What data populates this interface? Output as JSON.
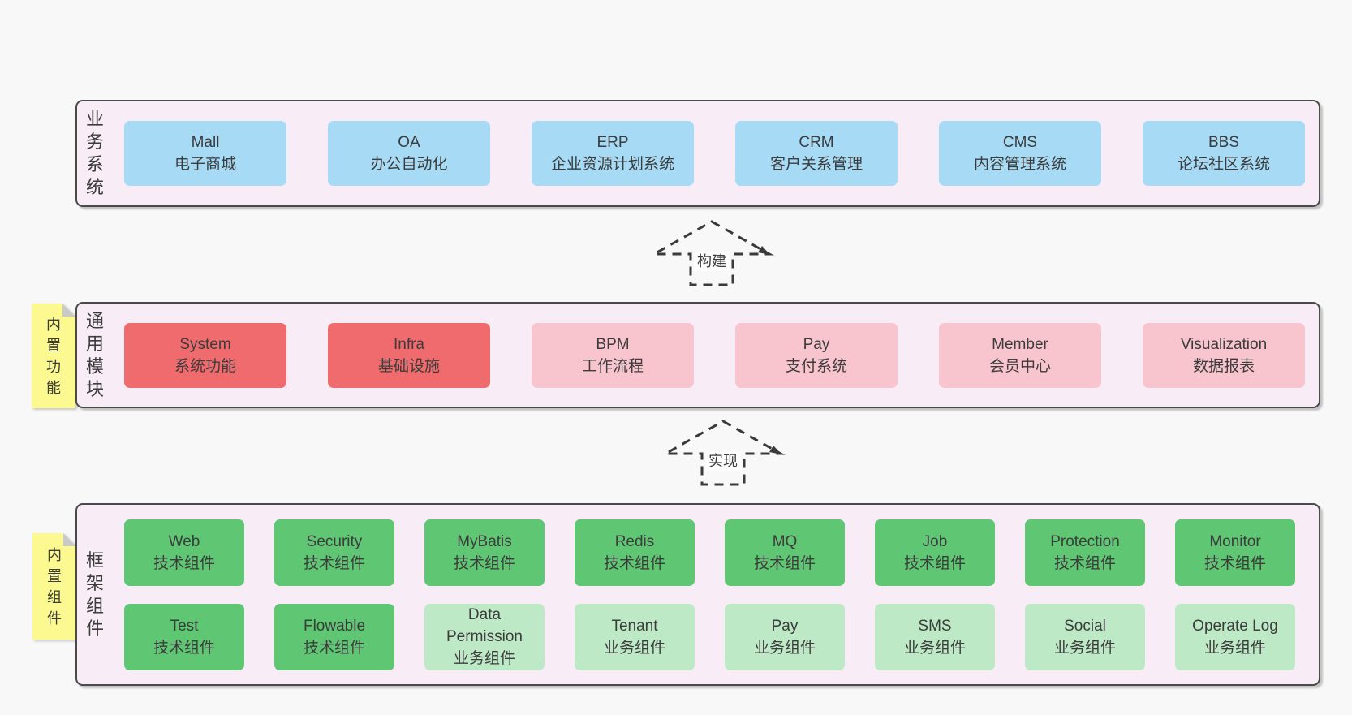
{
  "business": {
    "label": "业务系统",
    "boxes": [
      {
        "name": "Mall",
        "desc": "电子商城"
      },
      {
        "name": "OA",
        "desc": "办公自动化"
      },
      {
        "name": "ERP",
        "desc": "企业资源计划系统"
      },
      {
        "name": "CRM",
        "desc": "客户关系管理"
      },
      {
        "name": "CMS",
        "desc": "内容管理系统"
      },
      {
        "name": "BBS",
        "desc": "论坛社区系统"
      }
    ]
  },
  "common": {
    "label": "通用模块",
    "note": "内置功能",
    "boxes": [
      {
        "name": "System",
        "desc": "系统功能",
        "color": "red"
      },
      {
        "name": "Infra",
        "desc": "基础设施",
        "color": "red"
      },
      {
        "name": "BPM",
        "desc": "工作流程",
        "color": "pink"
      },
      {
        "name": "Pay",
        "desc": "支付系统",
        "color": "pink"
      },
      {
        "name": "Member",
        "desc": "会员中心",
        "color": "pink"
      },
      {
        "name": "Visualization",
        "desc": "数据报表",
        "color": "pink"
      }
    ]
  },
  "framework": {
    "label": "框架组件",
    "note": "内置组件",
    "row1": [
      {
        "name": "Web",
        "desc": "技术组件",
        "color": "green"
      },
      {
        "name": "Security",
        "desc": "技术组件",
        "color": "green"
      },
      {
        "name": "MyBatis",
        "desc": "技术组件",
        "color": "green"
      },
      {
        "name": "Redis",
        "desc": "技术组件",
        "color": "green"
      },
      {
        "name": "MQ",
        "desc": "技术组件",
        "color": "green"
      },
      {
        "name": "Job",
        "desc": "技术组件",
        "color": "green"
      },
      {
        "name": "Protection",
        "desc": "技术组件",
        "color": "green"
      },
      {
        "name": "Monitor",
        "desc": "技术组件",
        "color": "green"
      }
    ],
    "row2": [
      {
        "name": "Test",
        "desc": "技术组件",
        "color": "green"
      },
      {
        "name": "Flowable",
        "desc": "技术组件",
        "color": "green"
      },
      {
        "name": "Data Permission",
        "desc": "业务组件",
        "color": "lightgreen"
      },
      {
        "name": "Tenant",
        "desc": "业务组件",
        "color": "lightgreen"
      },
      {
        "name": "Pay",
        "desc": "业务组件",
        "color": "lightgreen"
      },
      {
        "name": "SMS",
        "desc": "业务组件",
        "color": "lightgreen"
      },
      {
        "name": "Social",
        "desc": "业务组件",
        "color": "lightgreen"
      },
      {
        "name": "Operate Log",
        "desc": "业务组件",
        "color": "lightgreen"
      }
    ]
  },
  "arrows": {
    "build": "构建",
    "implement": "实现"
  },
  "colors": {
    "page_bg": "#f8f8f8",
    "section_bg": "#f8ecf6",
    "section_border": "#4a4a4a",
    "blue": "#a6daf5",
    "red": "#f06b6d",
    "pink": "#f8c5ce",
    "green": "#5fc673",
    "lightgreen": "#bee9c6",
    "note_yellow": "#fbf98f",
    "note_fold": "#c9c9c9",
    "text": "#3c3c3c"
  }
}
